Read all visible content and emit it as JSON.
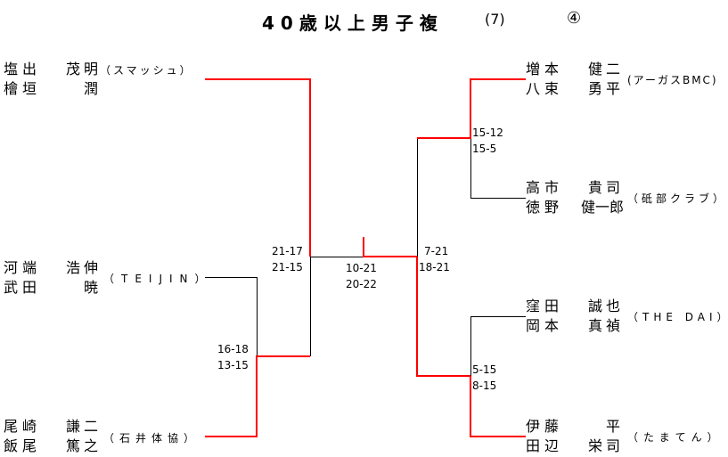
{
  "title": "40歳以上男子複",
  "title_count": "(7)",
  "title_number": "④",
  "line_colors": {
    "winner": "#ff0000",
    "normal": "#000000"
  },
  "teams": [
    {
      "players": [
        {
          "family": "塩出",
          "given": "茂明"
        },
        {
          "family": "檜垣",
          "given": "潤"
        }
      ],
      "club": "（スマッシュ）"
    },
    {
      "players": [
        {
          "family": "河端",
          "given": "浩伸"
        },
        {
          "family": "武田",
          "given": "暁"
        }
      ],
      "club": "（TEIJIN）"
    },
    {
      "players": [
        {
          "family": "尾崎",
          "given": "謙二"
        },
        {
          "family": "飯尾",
          "given": "篤之"
        }
      ],
      "club": "（石井体協）"
    },
    {
      "players": [
        {
          "family": "増本",
          "given": "健二"
        },
        {
          "family": "八束",
          "given": "勇平"
        }
      ],
      "club": "(アーガスBMC)"
    },
    {
      "players": [
        {
          "family": "高市",
          "given": "貴司"
        },
        {
          "family": "徳野",
          "given": "健一郎"
        }
      ],
      "club": "（砥部クラブ）"
    },
    {
      "players": [
        {
          "family": "窪田",
          "given": "誠也"
        },
        {
          "family": "岡本",
          "given": "真禎"
        }
      ],
      "club": "（THE DAI）"
    },
    {
      "players": [
        {
          "family": "伊藤",
          "given": "平"
        },
        {
          "family": "田辺",
          "given": "栄司"
        }
      ],
      "club": "（たまてん）"
    }
  ],
  "scores": {
    "left_r1": [
      "16-18",
      "13-15"
    ],
    "left_r2": [
      "21-17",
      "21-15"
    ],
    "final": [
      "10-21",
      "20-22"
    ],
    "right_r2": [
      "7-21",
      "18-21"
    ],
    "right_r1_top": [
      "15-12",
      "15-5"
    ],
    "right_r1_bottom": [
      "5-15",
      "8-15"
    ]
  }
}
